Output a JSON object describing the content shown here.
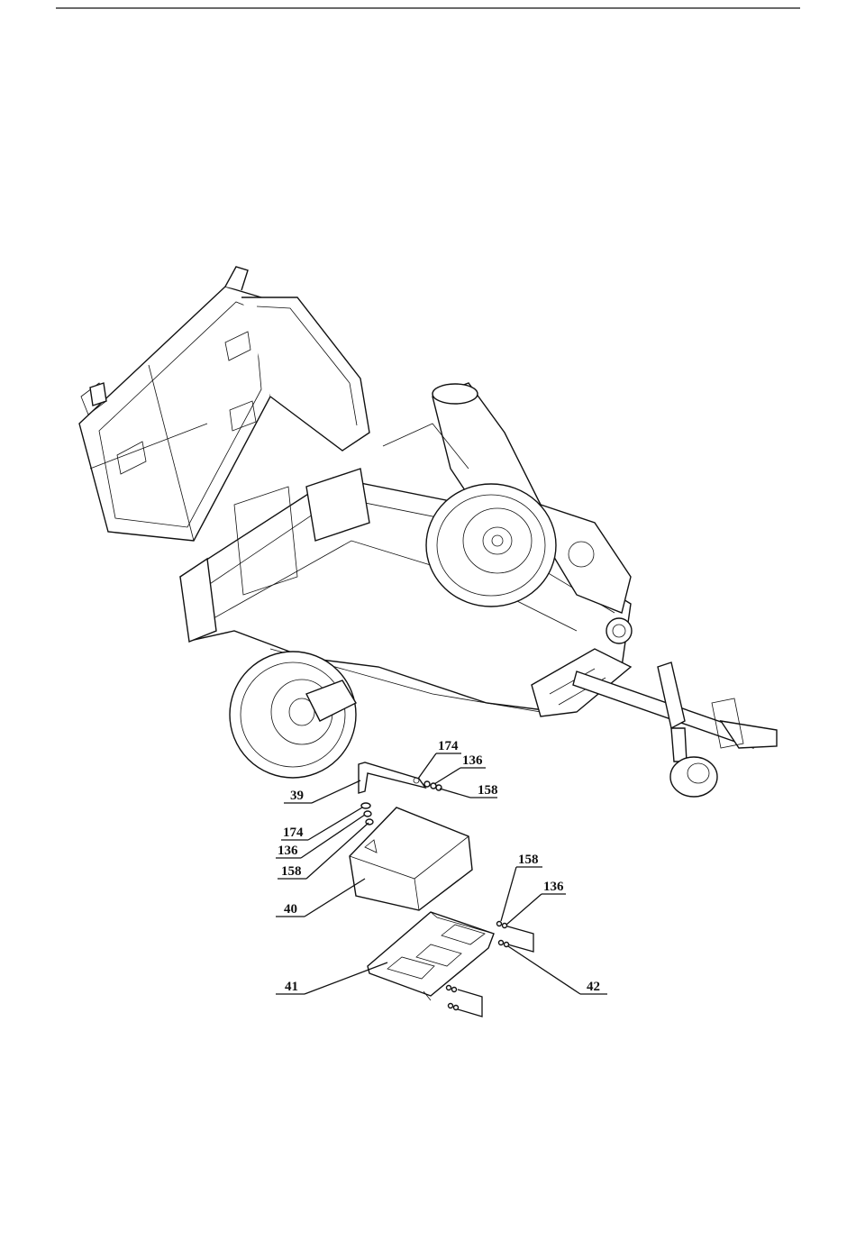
{
  "callouts": [
    {
      "id": "c174a",
      "label": "174"
    },
    {
      "id": "c136a",
      "label": "136"
    },
    {
      "id": "c158a",
      "label": "158"
    },
    {
      "id": "c39",
      "label": "39"
    },
    {
      "id": "c174b",
      "label": "174"
    },
    {
      "id": "c136b",
      "label": "136"
    },
    {
      "id": "c158b",
      "label": "158"
    },
    {
      "id": "c40",
      "label": "40"
    },
    {
      "id": "c158c",
      "label": "158"
    },
    {
      "id": "c136c",
      "label": "136"
    },
    {
      "id": "c41",
      "label": "41"
    },
    {
      "id": "c42",
      "label": "42"
    }
  ]
}
